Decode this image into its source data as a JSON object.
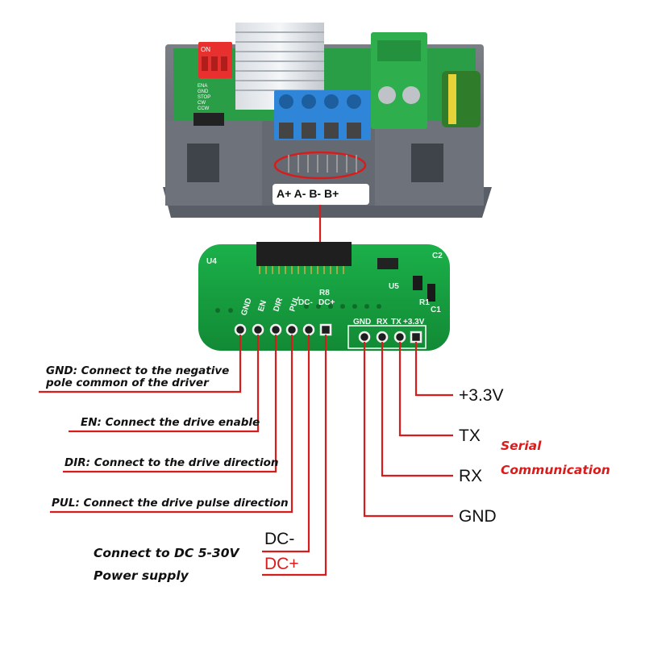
{
  "module_labels": {
    "terminals": "A+ A- B- B+",
    "side_labels": [
      "ENA",
      "GND",
      "STOP",
      "CW",
      "CCW"
    ],
    "dip_label": "ON"
  },
  "pcb": {
    "component_labels": [
      "U4",
      "U5",
      "R8",
      "R1",
      "C1",
      "C2"
    ],
    "left_pins": [
      "GND",
      "EN",
      "DIR",
      "PUL",
      "DC-",
      "DC+"
    ],
    "right_pins": [
      "GND",
      "RX",
      "TX",
      "+3.3V"
    ]
  },
  "annotations": {
    "gnd_line1": "GND: Connect to the negative",
    "gnd_line2": "pole common of the driver",
    "en": "EN: Connect the drive enable",
    "dir": "DIR: Connect to the drive direction",
    "pul": "PUL: Connect the drive pulse direction",
    "dc_minus": "DC-",
    "dc_plus": "DC+",
    "power_line1": "Connect to DC 5-30V",
    "power_line2": "Power supply"
  },
  "serial": {
    "v33": "+3.3V",
    "tx": "TX",
    "rx": "RX",
    "gnd": "GND",
    "title_line1": "Serial",
    "title_line2": "Communication"
  },
  "colors": {
    "lead": "#d81c1c",
    "pcb_green": "#17a33f",
    "housing": "#6b7078",
    "terminal_blue": "#2f86d8",
    "terminal_green": "#2fae4e",
    "dip_red": "#e8312e"
  }
}
